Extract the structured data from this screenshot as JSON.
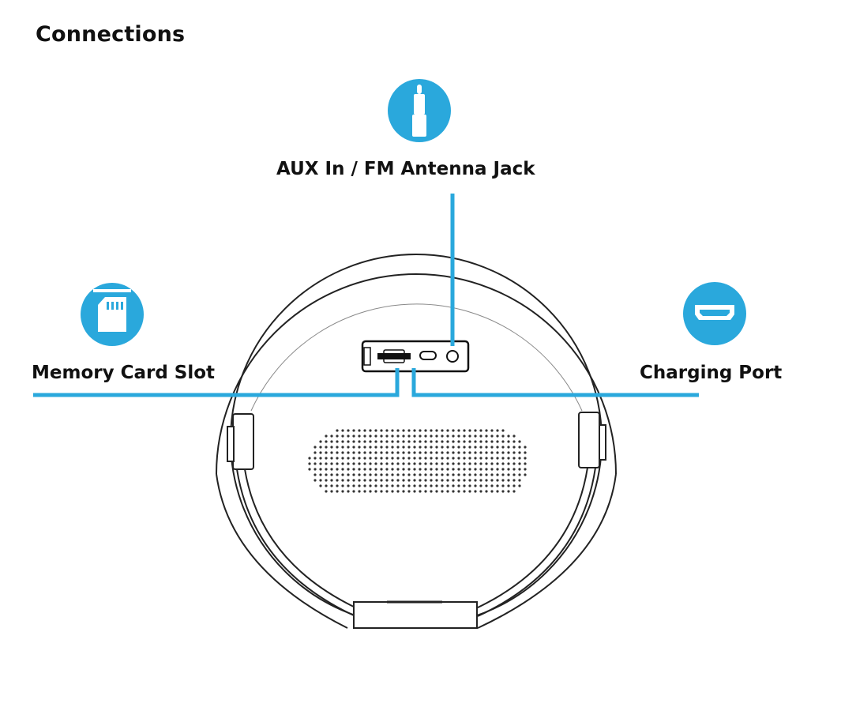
{
  "title": "Connections",
  "accent_color": "#2aa8dc",
  "callouts": [
    {
      "id": "aux",
      "label": "AUX In / FM Antenna Jack",
      "icon": "audio-jack-icon"
    },
    {
      "id": "memory",
      "label": "Memory Card Slot",
      "icon": "sd-card-icon"
    },
    {
      "id": "charging",
      "label": "Charging Port",
      "icon": "usb-port-icon"
    }
  ]
}
